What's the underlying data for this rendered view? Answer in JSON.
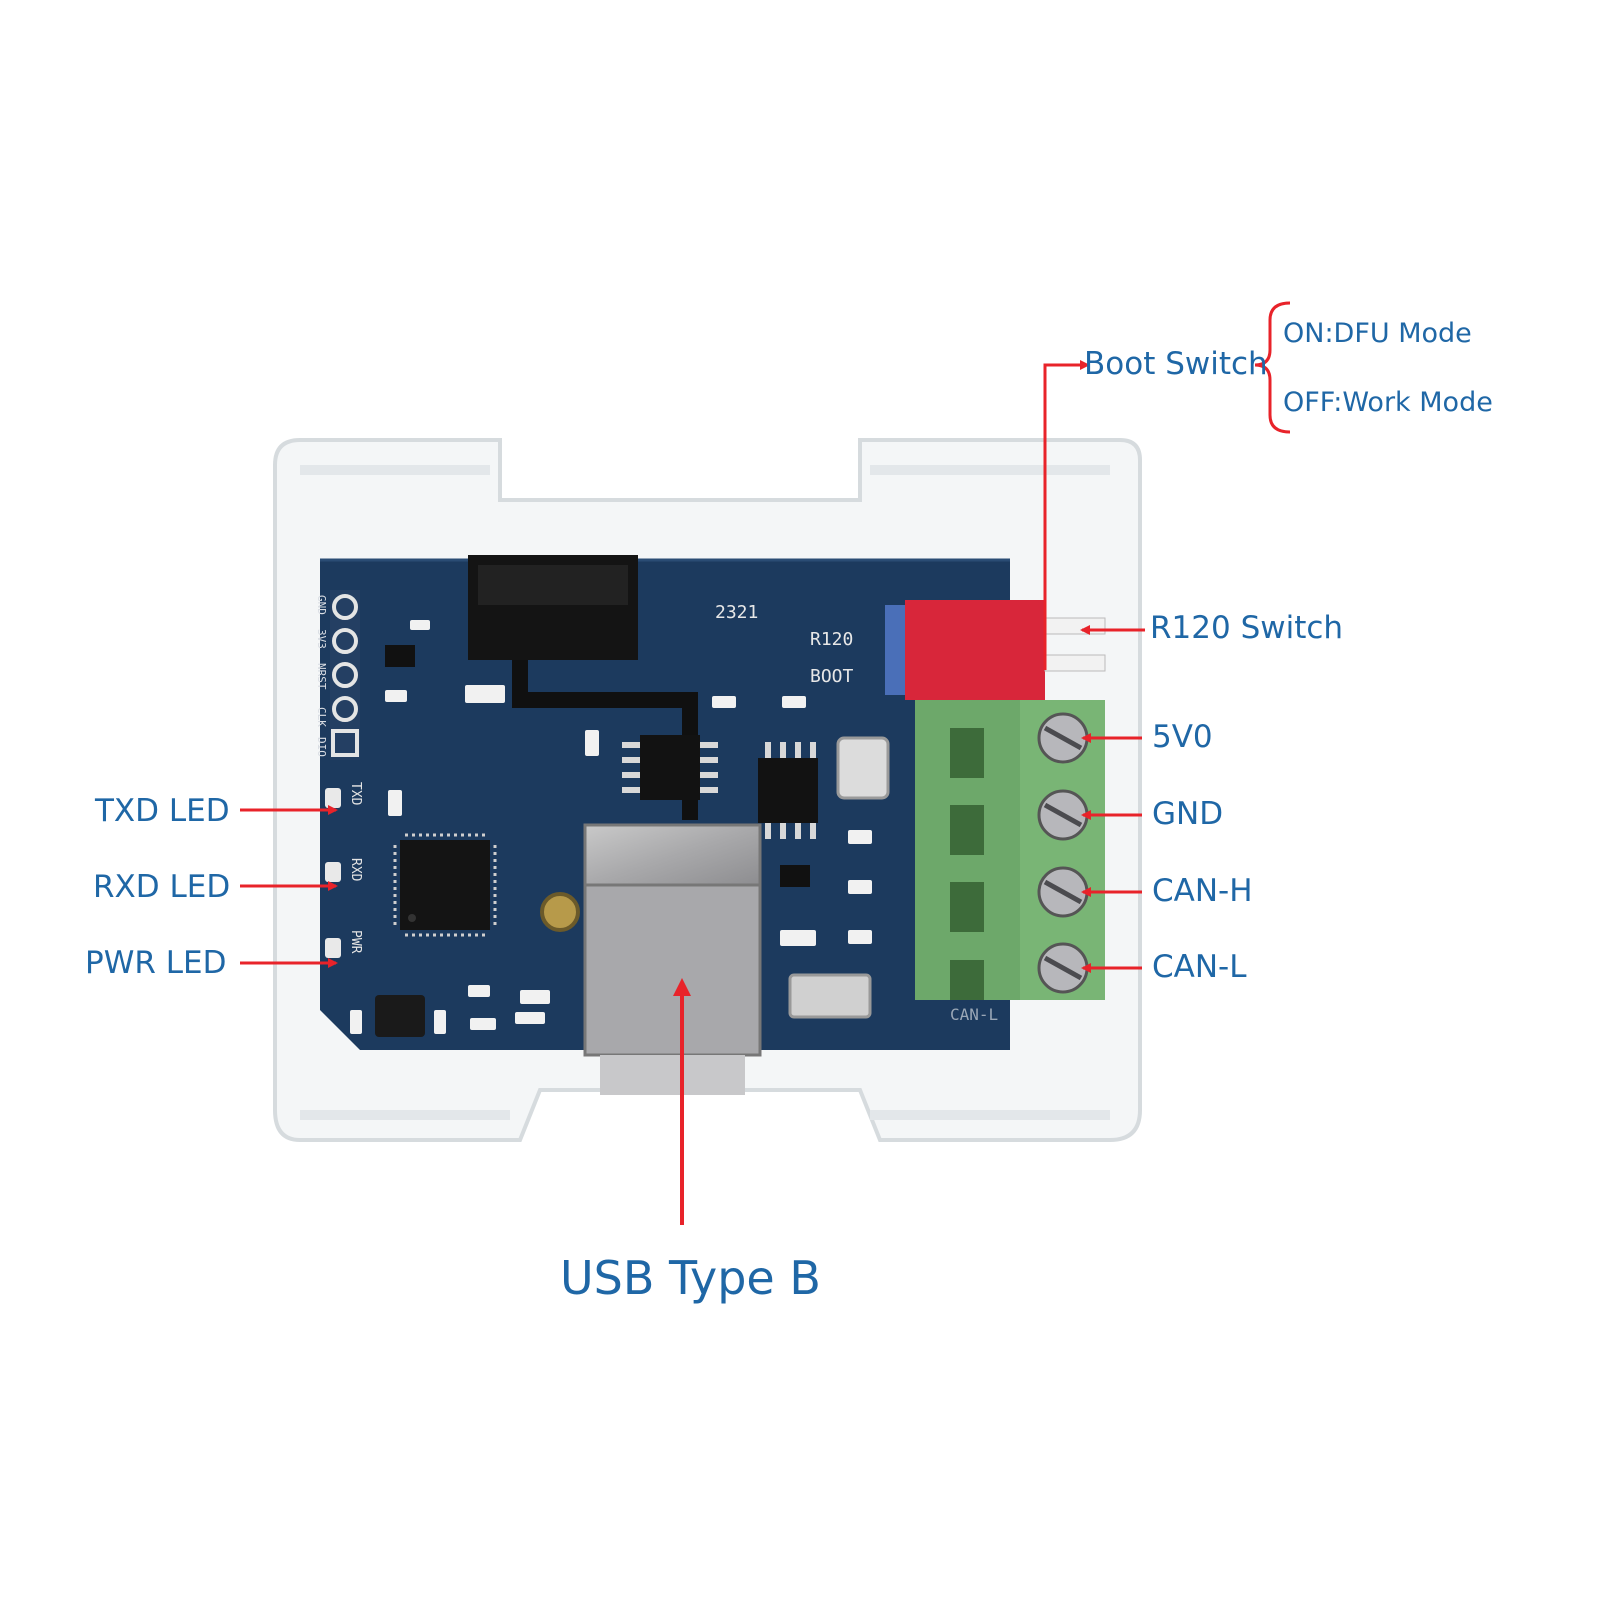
{
  "labels": {
    "boot_switch": "Boot Switch",
    "on_mode": "ON:DFU Mode",
    "off_mode": "OFF:Work Mode",
    "r120_switch": "R120 Switch",
    "v5": "5V0",
    "gnd": "GND",
    "can_h": "CAN-H",
    "can_l": "CAN-L",
    "txd_led": "TXD LED",
    "rxd_led": "RXD LED",
    "pwr_led": "PWR LED",
    "usb": "USB Type B"
  },
  "silkscreen": {
    "header_pins": [
      "GND",
      "3V3",
      "NRST",
      "CLK",
      "DIO"
    ],
    "txd": "TXD",
    "rxd": "RXD",
    "pwr": "PWR",
    "r120": "R120",
    "boot": "BOOT",
    "date_code": "2321",
    "can_l": "CAN-L"
  },
  "colors": {
    "label_text": "#1f67a6",
    "arrow": "#e8232a",
    "pcb": "#1c3a5e",
    "terminal": "#6da86a",
    "switch": "#d8263a"
  }
}
